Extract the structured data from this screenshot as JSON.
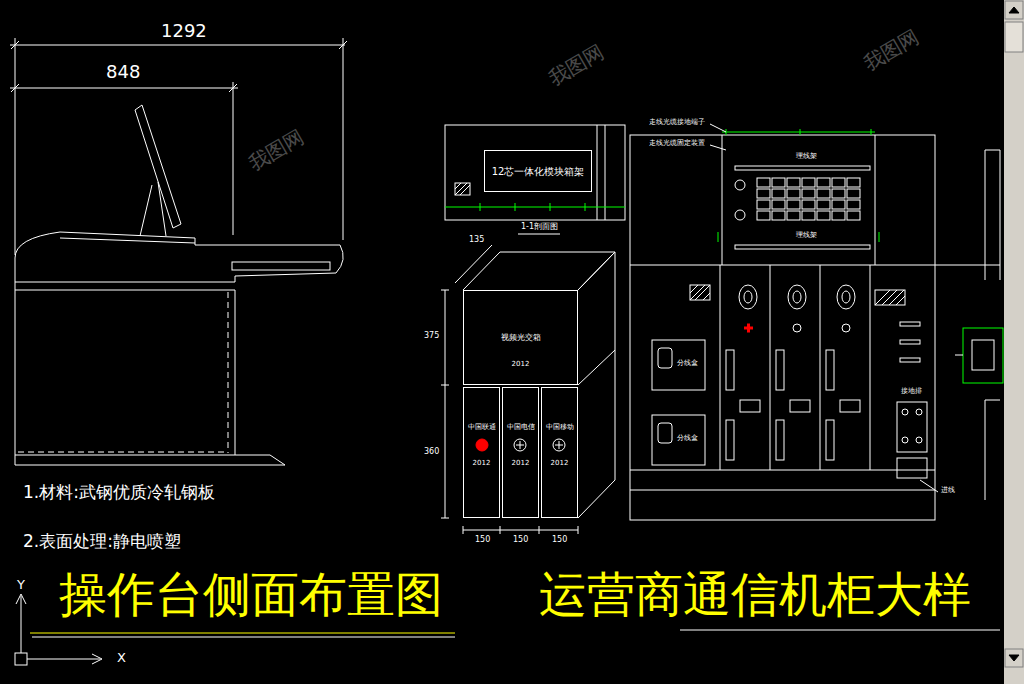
{
  "diagram": {
    "nodes": [
      {
        "text": [
          "12芯一体化模块箱架"
        ]
      },
      {
        "text": [
          "视频光交箱",
          "2012"
        ]
      },
      {
        "text": [
          "中国联通",
          "2012"
        ]
      },
      {
        "text": [
          "中国电信",
          "2012"
        ]
      },
      {
        "text": [
          "中国移动",
          "2012"
        ]
      }
    ],
    "labels": [
      "1292",
      "848",
      "1.材料:武钢优质冷轧钢板",
      "2.表面处理:静电喷塑",
      "操作台侧面布置图",
      "运营商通信机柜大样",
      "1-1剖面图",
      "375",
      "360",
      "150",
      "150",
      "150",
      "135",
      "理线架",
      "理线架",
      "分线盒",
      "分线盒",
      "接地排",
      "走线光缆接地端子",
      "走线光缆固定装置",
      "进线",
      "Y",
      "X",
      "我图网",
      "我图网",
      "我图网"
    ]
  }
}
